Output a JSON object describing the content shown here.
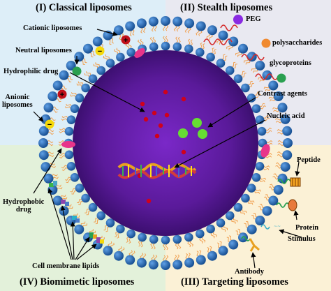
{
  "quadrants": {
    "classical": "(I) Classical liposomes",
    "stealth": "(II) Stealth liposomes",
    "targeting": "(III) Targeting liposomes",
    "biomimetic": "(IV) Biomimetic liposomes"
  },
  "labels": {
    "cationic": "Cationic liposomes",
    "neutral": "Neutral liposomes",
    "hydrophilic_drug": "Hydrophilic drug",
    "anionic_line1": "Anionic",
    "anionic_line2": "liposomes",
    "hydrophobic_line1": "Hydrophobic",
    "hydrophobic_line2": "drug",
    "cell_membrane_lipids": "Cell membrane lipids",
    "peg": "PEG",
    "polysaccharides": "polysaccharides",
    "glycoproteins": "glycoproteins",
    "contrast_agents": "Contrast agents",
    "nucleic_acid": "Nucleic acid",
    "peptide": "Peptide",
    "protein": "Protein",
    "stimulus": "Stimulus",
    "antibody": "Antibody"
  },
  "colors": {
    "q1_bg": "#ddeef8",
    "q2_bg": "#e6e6ef",
    "q3_bg": "#fbf1d6",
    "q4_bg": "#e3f1da",
    "core": "#6a1fa8",
    "head": "#1f5fa6",
    "tail": "#f0a050",
    "drug": "#d0011b",
    "contrast": "#66dd33",
    "peg": "#8a2be2",
    "polysaccharide": "#f08a30",
    "glycoprotein": "#2aa050",
    "hydrophobic_drug": "#e8348a"
  }
}
